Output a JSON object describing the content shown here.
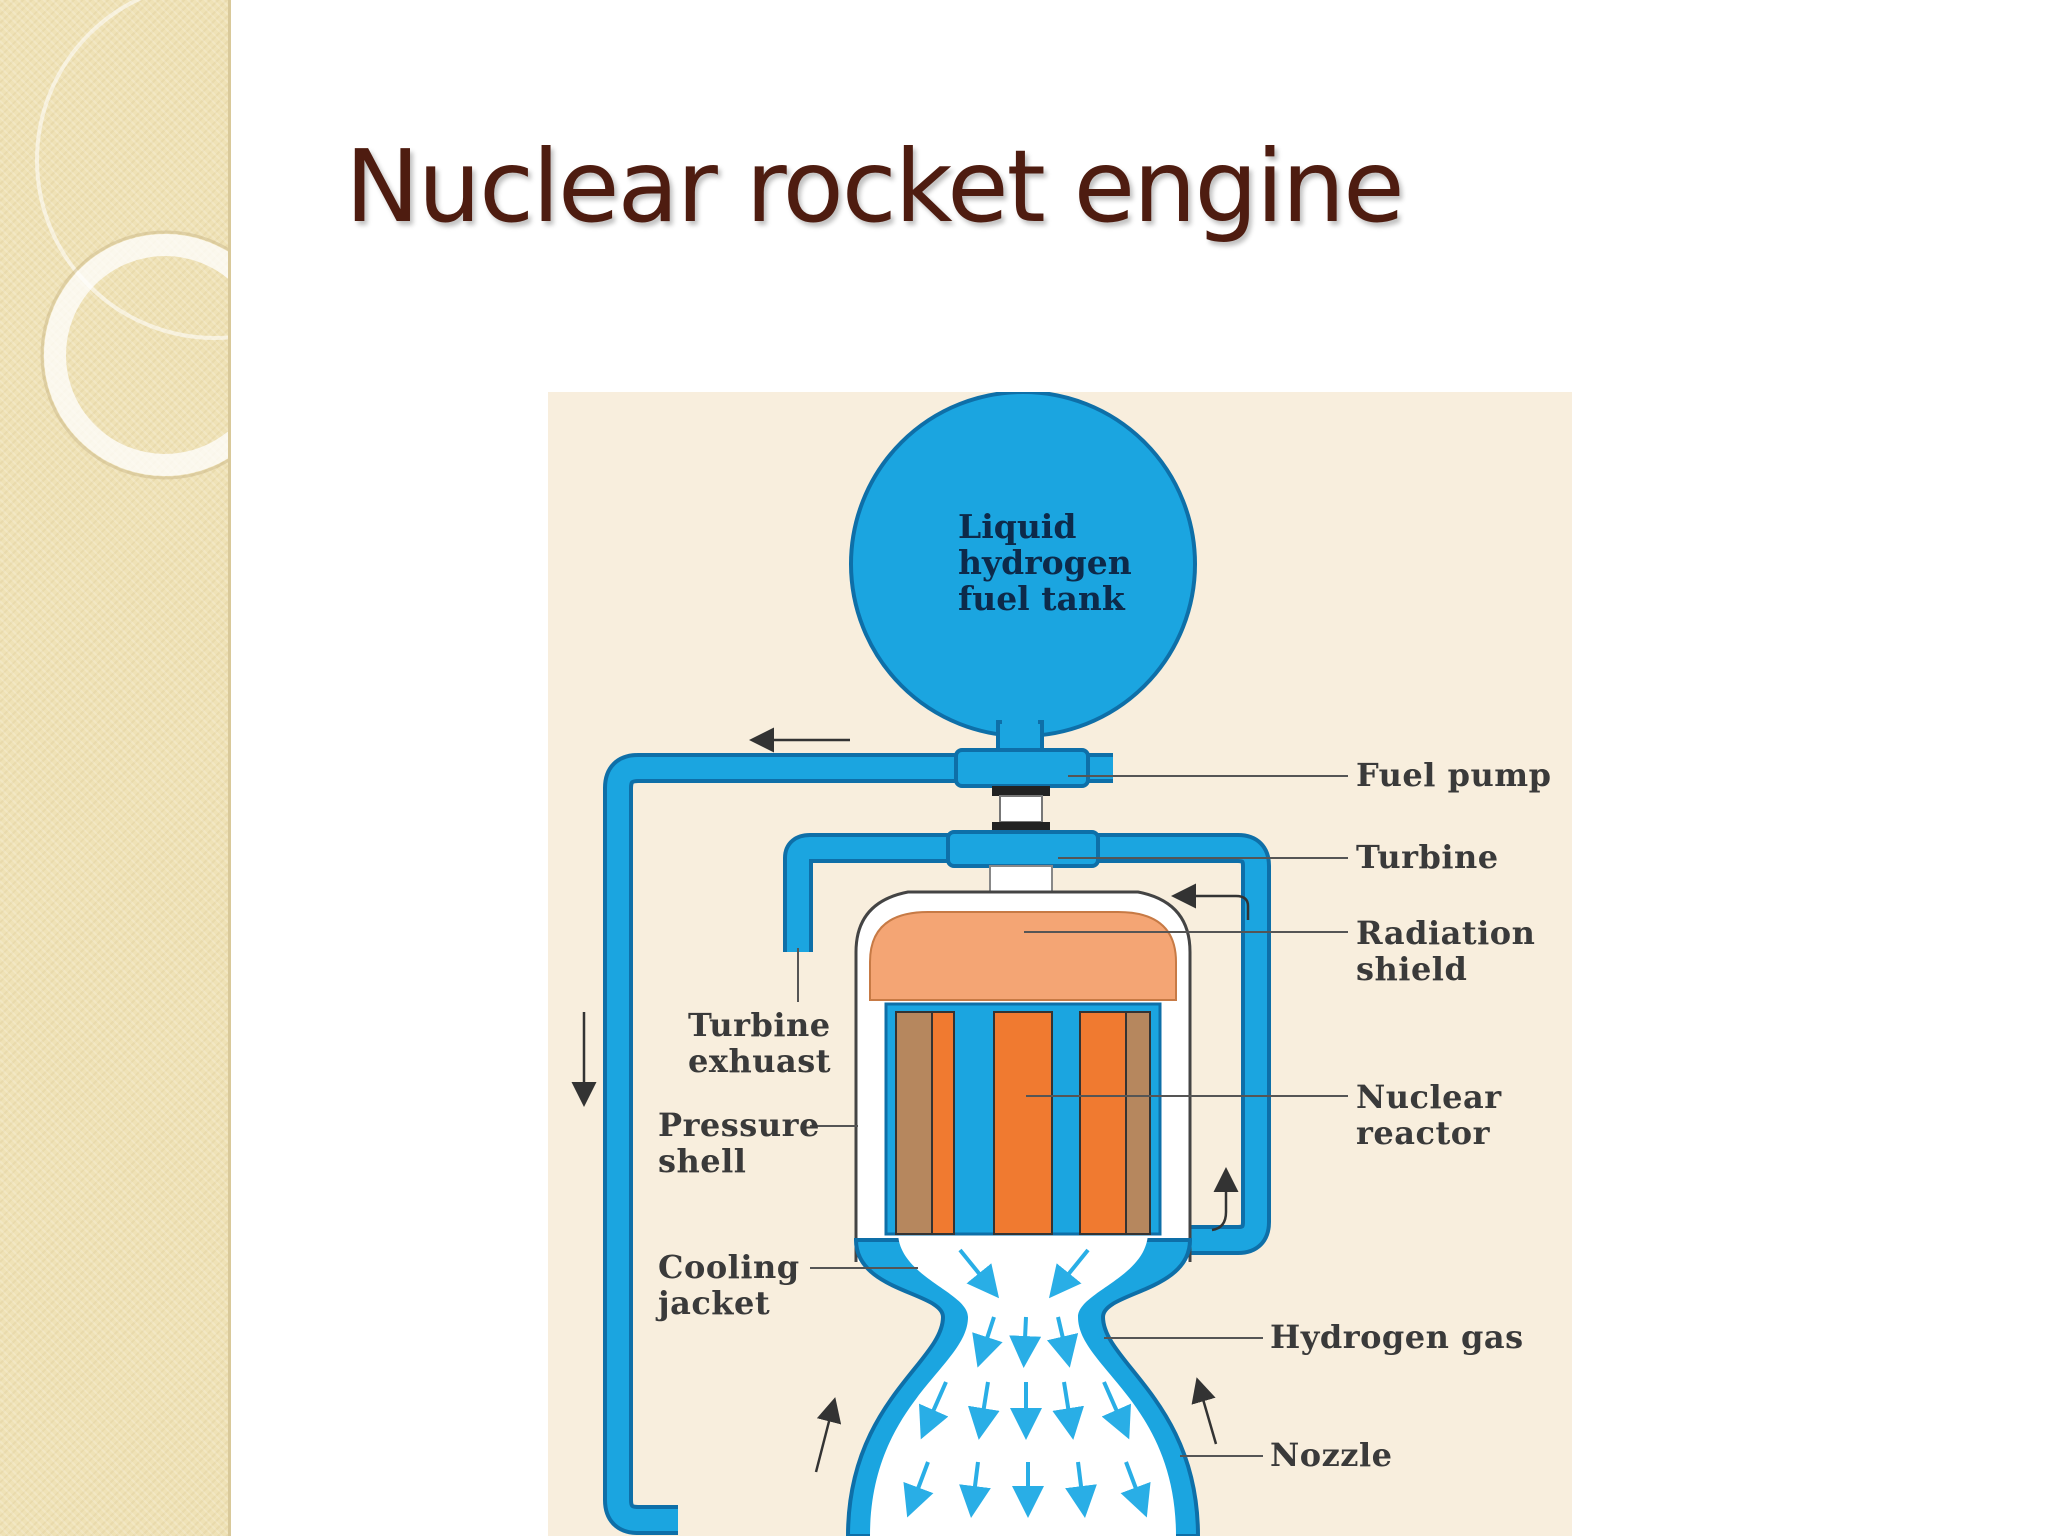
{
  "slide": {
    "title": "Nuclear rocket engine"
  },
  "diagram": {
    "tank": {
      "line1": "Liquid",
      "line2": "hydrogen",
      "line3": "fuel tank"
    },
    "labels": {
      "fuel_pump": "Fuel pump",
      "turbine": "Turbine",
      "radiation_1": "Radiation",
      "radiation_2": "shield",
      "turbine_exhaust_1": "Turbine",
      "turbine_exhaust_2": "exhuast",
      "pressure_1": "Pressure",
      "pressure_2": "shell",
      "nuclear_1": "Nuclear",
      "nuclear_2": "reactor",
      "cooling_1": "Cooling",
      "cooling_2": "jacket",
      "hydrogen_gas": "Hydrogen gas",
      "nozzle": "Nozzle"
    },
    "colors": {
      "coolant": "#1ba5e0",
      "coolant_outline": "#0e6fa8",
      "reactor_core": "#f07a30",
      "reactor_rod": "#b6875e",
      "shield": "#f4a574",
      "background": "#f8eedd",
      "title": "#4e1c10"
    }
  }
}
